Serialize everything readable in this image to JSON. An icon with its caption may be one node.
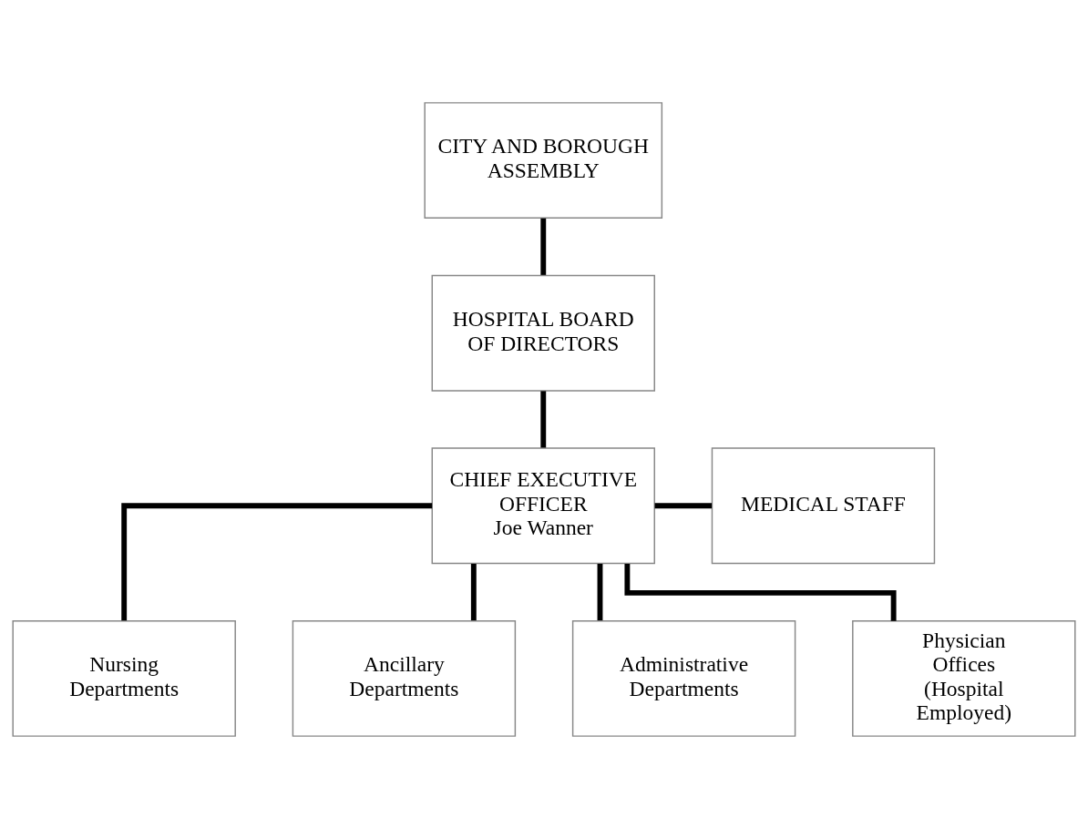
{
  "diagram": {
    "nodes": [
      {
        "text": [
          "CITY AND BOROUGH ASSEMBLY"
        ]
      },
      {
        "text": [
          "HOSPITAL BOARD OF DIRECTORS"
        ]
      },
      {
        "text": [
          "CHIEF EXECUTIVE OFFICER",
          "Joe Wanner"
        ]
      },
      {
        "text": [
          "MEDICAL STAFF"
        ]
      },
      {
        "text": [
          "Nursing Departments"
        ]
      },
      {
        "text": [
          "Ancillary Departments"
        ]
      },
      {
        "text": [
          "Administrative Departments"
        ]
      },
      {
        "text": [
          "Physician Offices (Hospital Employed)"
        ]
      }
    ],
    "edges": [
      {
        "from": 0,
        "to": 1,
        "arrow": "none"
      },
      {
        "from": 1,
        "to": 2,
        "arrow": "none"
      },
      {
        "from": 2,
        "to": 3,
        "arrow": "none"
      },
      {
        "from": 2,
        "to": 4,
        "arrow": "none"
      },
      {
        "from": 2,
        "to": 5,
        "arrow": "none"
      },
      {
        "from": 2,
        "to": 6,
        "arrow": "none"
      },
      {
        "from": 2,
        "to": 7,
        "arrow": "none"
      }
    ]
  }
}
